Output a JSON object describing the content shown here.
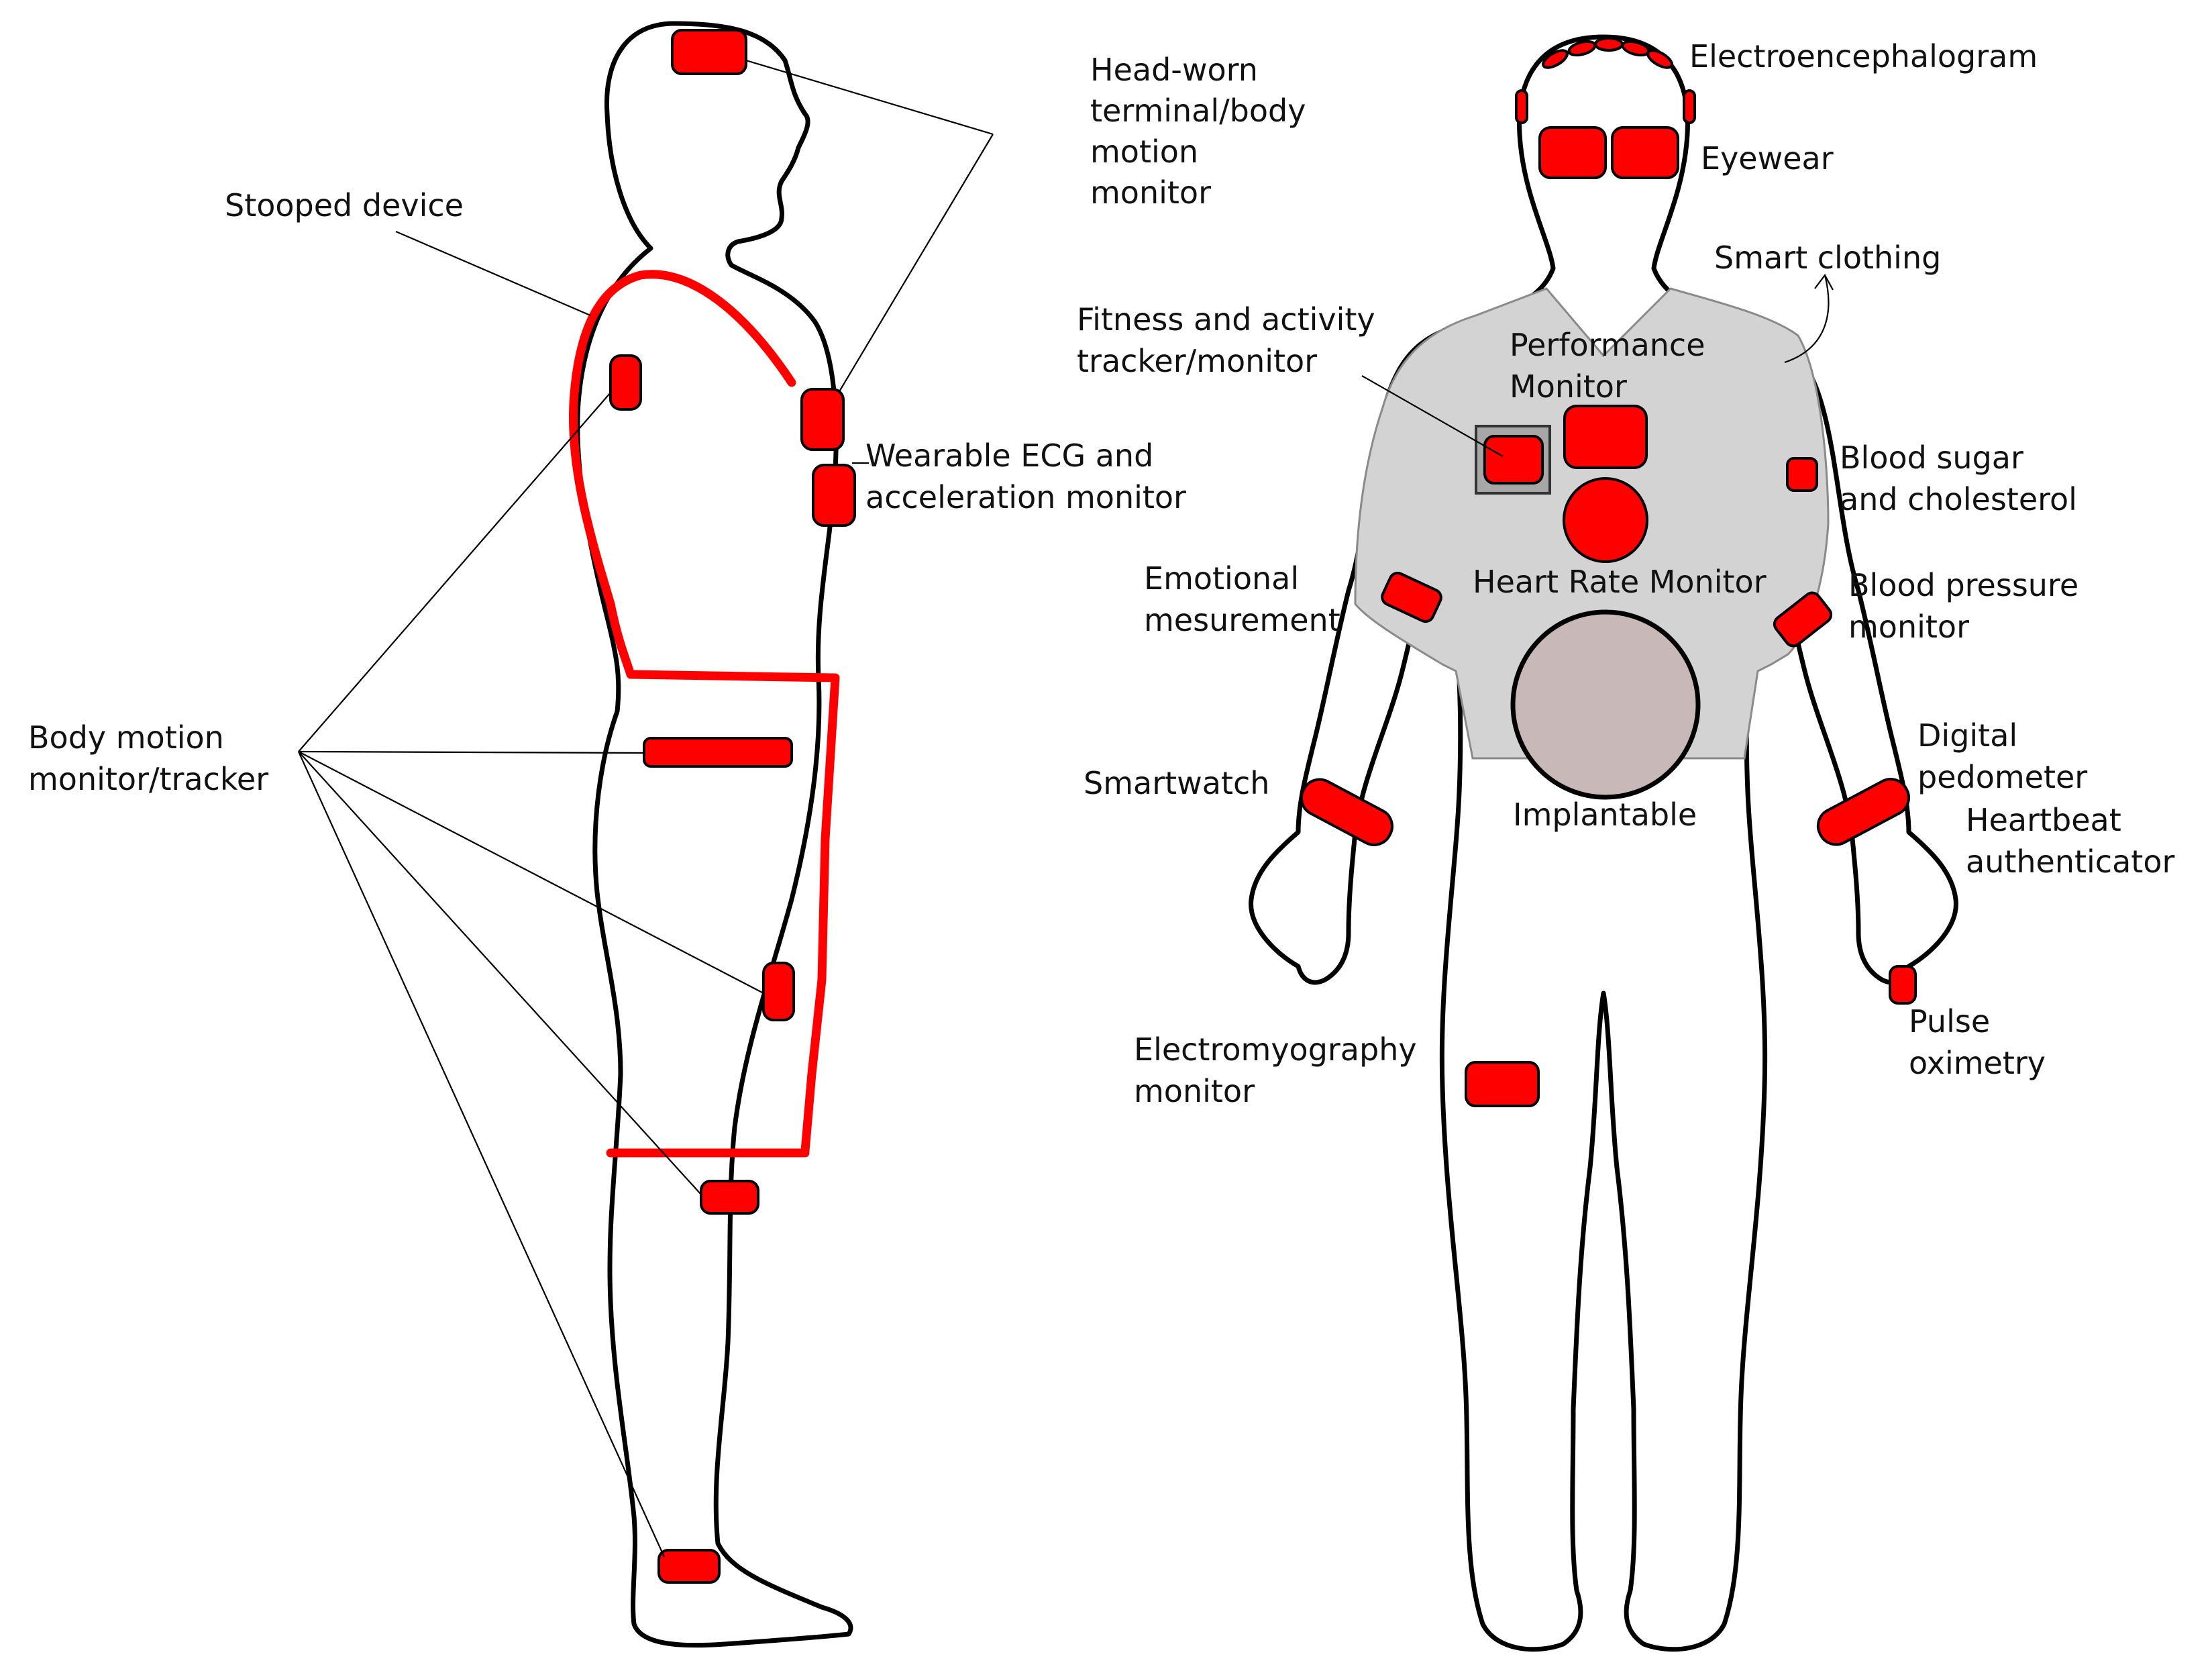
{
  "colors": {
    "device": "#ff0000",
    "shirt": "#d3d3d3",
    "implant": "#c9b8b8",
    "outline": "#000000",
    "background": "#ffffff"
  },
  "side_view_labels": {
    "head_worn": [
      "Head-worn",
      "terminal/body",
      "motion",
      "monitor"
    ],
    "stooped": [
      "Stooped device"
    ],
    "ecg": [
      "Wearable ECG and",
      "acceleration monitor"
    ],
    "body_motion": [
      "Body motion",
      "monitor/tracker"
    ]
  },
  "front_view_labels": {
    "eeg": [
      "Electroencephalogram"
    ],
    "eyewear": [
      "Eyewear"
    ],
    "smart_clothing": [
      "Smart clothing"
    ],
    "fitness": [
      "Fitness and activity",
      "tracker/monitor"
    ],
    "performance": [
      "Performance",
      "Monitor"
    ],
    "blood_sugar": [
      "Blood sugar",
      "and cholesterol"
    ],
    "emotional": [
      "Emotional",
      "mesurement"
    ],
    "heart_rate": [
      "Heart Rate Monitor"
    ],
    "blood_pressure": [
      "Blood pressure",
      "monitor"
    ],
    "smartwatch": [
      "Smartwatch"
    ],
    "implantable": [
      "Implantable"
    ],
    "pedometer": [
      "Digital",
      "pedometer"
    ],
    "heartbeat": [
      "Heartbeat",
      "authenticator"
    ],
    "pulse": [
      "Pulse",
      "oximetry"
    ],
    "emg": [
      "Electromyography",
      "monitor"
    ]
  }
}
